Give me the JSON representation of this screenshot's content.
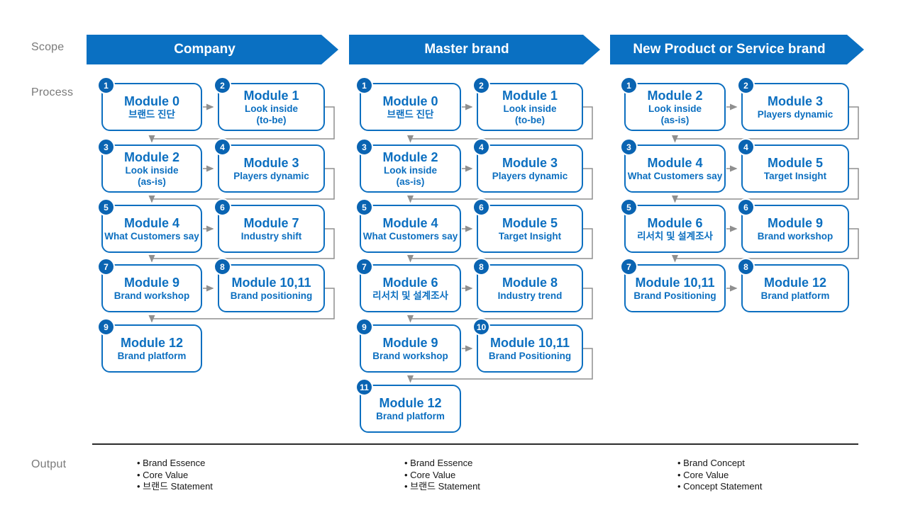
{
  "side_labels": {
    "scope": "Scope",
    "process": "Process",
    "output": "Output"
  },
  "bullet": "•",
  "colors": {
    "banner_blue": "#0a70c2",
    "box_border_blue": "#0c6fc0",
    "badge_blue": "#0a64b2",
    "module_text_blue": "#0c6fc0",
    "connector_gray": "#8f8f8f",
    "label_gray": "#7a7a7a",
    "output_text": "#161616"
  },
  "columns": [
    {
      "banner": "Company",
      "modules": [
        {
          "num": "1",
          "title": "Module 0",
          "subtitle_lines": [
            "브랜드 진단"
          ]
        },
        {
          "num": "2",
          "title": "Module 1",
          "subtitle_lines": [
            "Look inside",
            "(to-be)"
          ]
        },
        {
          "num": "3",
          "title": "Module 2",
          "subtitle_lines": [
            "Look inside",
            "(as-is)"
          ]
        },
        {
          "num": "4",
          "title": "Module 3",
          "subtitle_lines": [
            "Players dynamic"
          ]
        },
        {
          "num": "5",
          "title": "Module 4",
          "subtitle_lines": [
            "What Customers say"
          ]
        },
        {
          "num": "6",
          "title": "Module 7",
          "subtitle_lines": [
            "Industry shift"
          ]
        },
        {
          "num": "7",
          "title": "Module 9",
          "subtitle_lines": [
            "Brand workshop"
          ]
        },
        {
          "num": "8",
          "title": "Module 10,11",
          "subtitle_lines": [
            "Brand positioning"
          ]
        },
        {
          "num": "9",
          "title": "Module 12",
          "subtitle_lines": [
            "Brand platform"
          ]
        }
      ],
      "outputs": [
        "Brand Essence",
        "Core Value",
        "브랜드 Statement"
      ]
    },
    {
      "banner": "Master brand",
      "modules": [
        {
          "num": "1",
          "title": "Module 0",
          "subtitle_lines": [
            "브랜드 진단"
          ]
        },
        {
          "num": "2",
          "title": "Module 1",
          "subtitle_lines": [
            "Look inside",
            "(to-be)"
          ]
        },
        {
          "num": "3",
          "title": "Module 2",
          "subtitle_lines": [
            "Look inside",
            "(as-is)"
          ]
        },
        {
          "num": "4",
          "title": "Module 3",
          "subtitle_lines": [
            "Players dynamic"
          ]
        },
        {
          "num": "5",
          "title": "Module 4",
          "subtitle_lines": [
            "What Customers say"
          ]
        },
        {
          "num": "6",
          "title": "Module 5",
          "subtitle_lines": [
            "Target Insight"
          ]
        },
        {
          "num": "7",
          "title": "Module 6",
          "subtitle_lines": [
            "리서치 및 설계조사"
          ]
        },
        {
          "num": "8",
          "title": "Module 8",
          "subtitle_lines": [
            "Industry trend"
          ]
        },
        {
          "num": "9",
          "title": "Module 9",
          "subtitle_lines": [
            "Brand workshop"
          ]
        },
        {
          "num": "10",
          "title": "Module 10,11",
          "subtitle_lines": [
            "Brand Positioning"
          ]
        },
        {
          "num": "11",
          "title": "Module 12",
          "subtitle_lines": [
            "Brand platform"
          ]
        }
      ],
      "outputs": [
        "Brand Essence",
        "Core Value",
        "브랜드 Statement"
      ]
    },
    {
      "banner": "New Product or Service brand",
      "modules": [
        {
          "num": "1",
          "title": "Module 2",
          "subtitle_lines": [
            "Look inside",
            "(as-is)"
          ]
        },
        {
          "num": "2",
          "title": "Module 3",
          "subtitle_lines": [
            "Players dynamic"
          ]
        },
        {
          "num": "3",
          "title": "Module 4",
          "subtitle_lines": [
            "What Customers say"
          ]
        },
        {
          "num": "4",
          "title": "Module 5",
          "subtitle_lines": [
            "Target Insight"
          ]
        },
        {
          "num": "5",
          "title": "Module 6",
          "subtitle_lines": [
            "리서치 및 설계조사"
          ]
        },
        {
          "num": "6",
          "title": "Module 9",
          "subtitle_lines": [
            "Brand workshop"
          ]
        },
        {
          "num": "7",
          "title": "Module 10,11",
          "subtitle_lines": [
            "Brand Positioning"
          ]
        },
        {
          "num": "8",
          "title": "Module 12",
          "subtitle_lines": [
            "Brand platform"
          ]
        }
      ],
      "outputs": [
        "Brand Concept",
        "Core Value",
        "Concept Statement"
      ]
    }
  ]
}
